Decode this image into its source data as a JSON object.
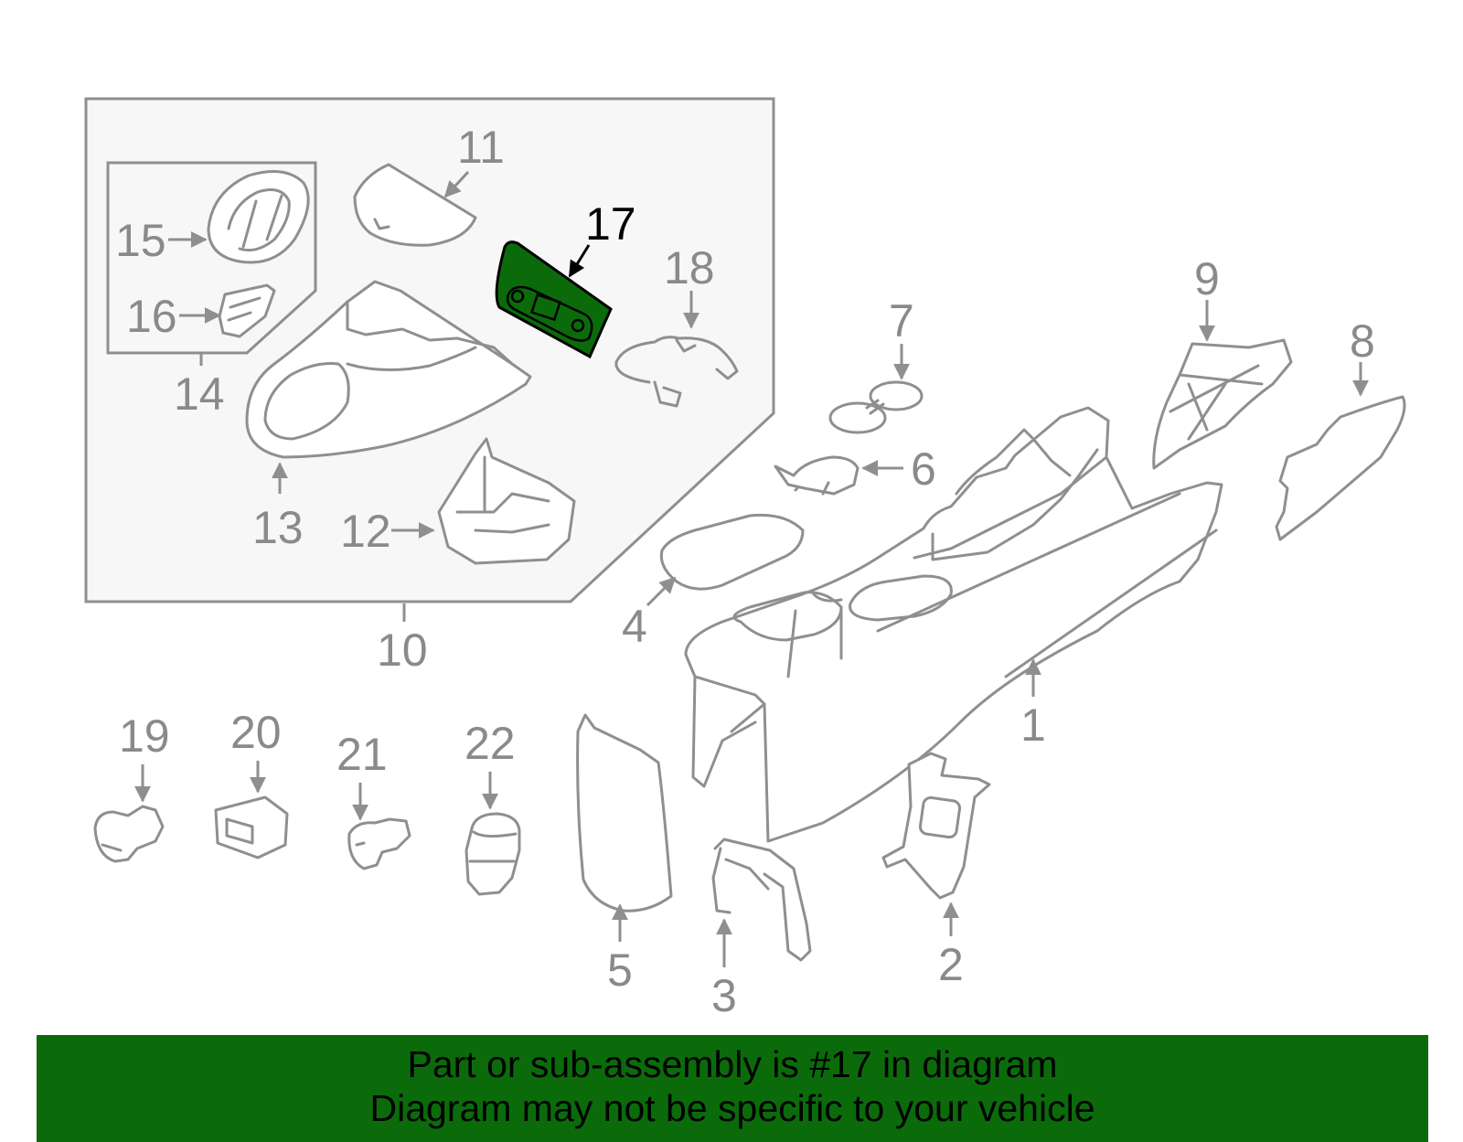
{
  "callouts": {
    "c1": "1",
    "c2": "2",
    "c3": "3",
    "c4": "4",
    "c5": "5",
    "c6": "6",
    "c7": "7",
    "c8": "8",
    "c9": "9",
    "c10": "10",
    "c11": "11",
    "c12": "12",
    "c13": "13",
    "c14": "14",
    "c15": "15",
    "c16": "16",
    "c17": "17",
    "c18": "18",
    "c19": "19",
    "c20": "20",
    "c21": "21",
    "c22": "22"
  },
  "highlight": {
    "part": "17",
    "color": "#0b6b0b"
  },
  "banner": {
    "line1": "Part or sub-assembly is #17 in diagram",
    "line2": "Diagram may not be specific to your vehicle"
  },
  "colors": {
    "outline": "#8f8f8f",
    "highlight": "#0b6b0b",
    "banner_bg": "#0b6b0b",
    "panel_bg": "#f7f7f7"
  }
}
